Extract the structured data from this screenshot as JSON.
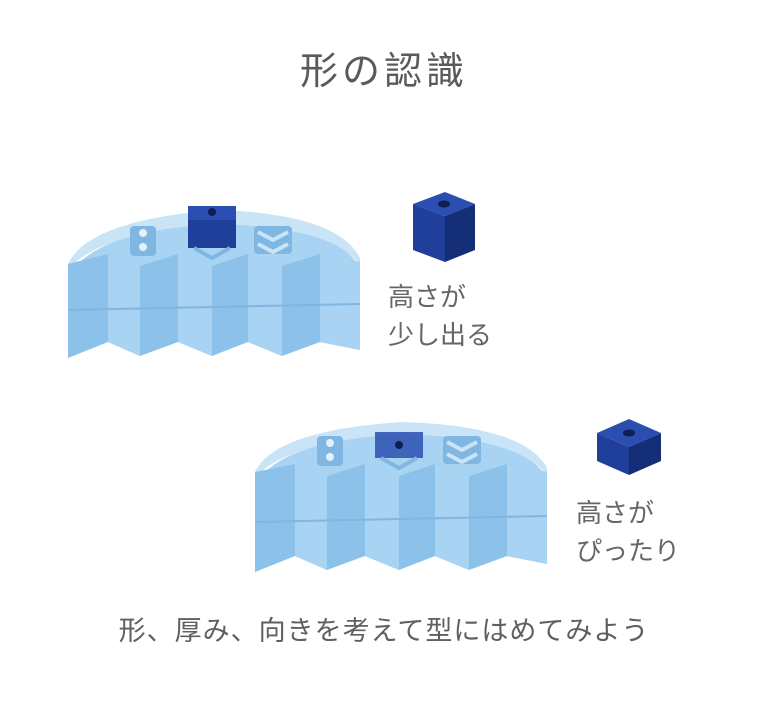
{
  "title": "形の認識",
  "example_raised": {
    "line1": "高さが",
    "line2": "少し出る"
  },
  "example_flush": {
    "line1": "高さが",
    "line2": "ぴったり"
  },
  "caption": "形、厚み、向きを考えて型にはめてみよう",
  "colors": {
    "tray_light": "#a9d3f2",
    "tray_mid": "#8cc2ea",
    "tray_dark": "#6ea9d8",
    "block_navy": "#1f3f9a",
    "block_dark": "#152e78"
  }
}
